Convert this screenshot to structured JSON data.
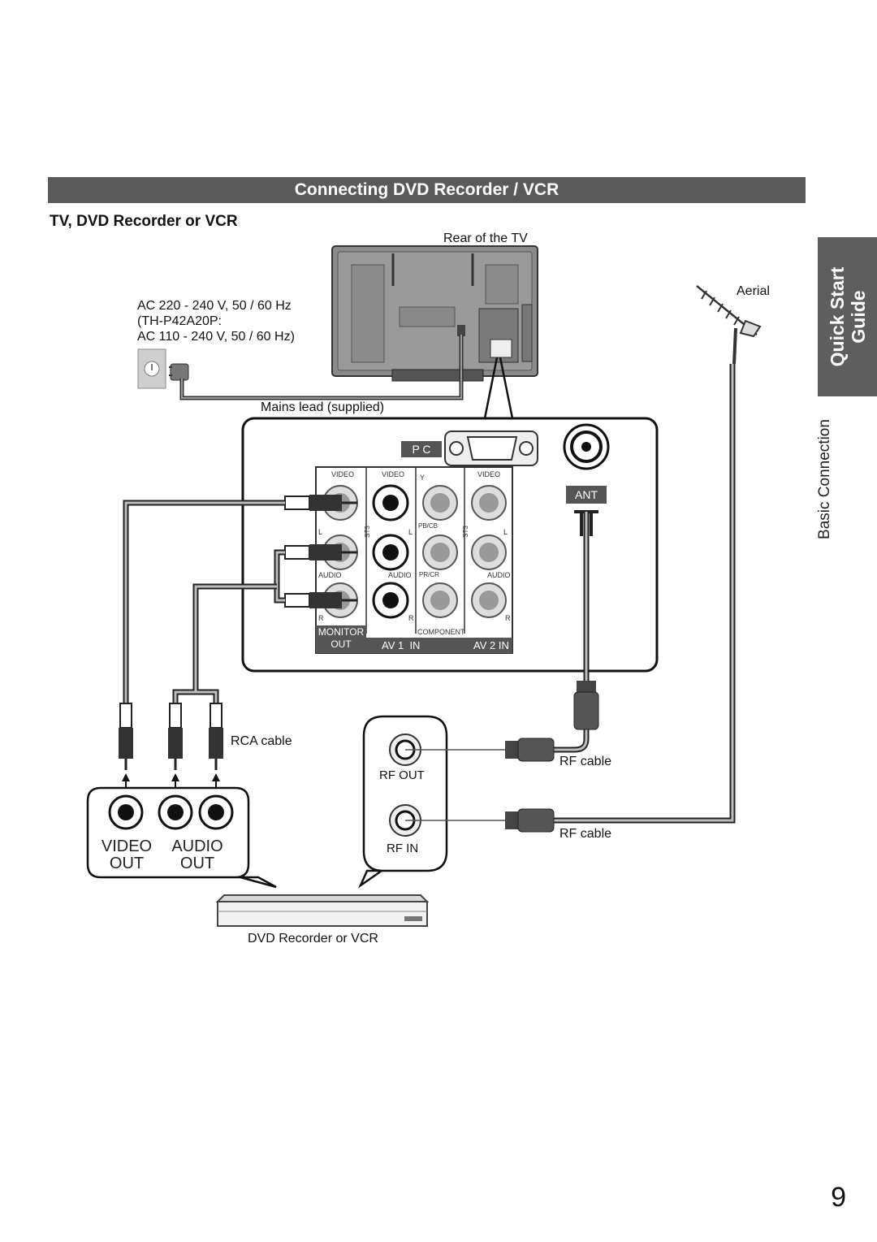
{
  "section_title": "Connecting DVD Recorder / VCR",
  "subheading": "TV, DVD Recorder or VCR",
  "side_tab": {
    "line1": "Quick Start",
    "line2": "Guide"
  },
  "side_caption": "Basic Connection",
  "labels": {
    "rear_of_tv": "Rear of the TV",
    "aerial": "Aerial",
    "power_line1": "AC 220 - 240 V, 50 / 60 Hz",
    "power_line2": "(TH-P42A20P:",
    "power_line3": "AC 110 - 240 V, 50 / 60 Hz)",
    "mains_lead": "Mains lead (supplied)",
    "rca_cable": "RCA cable",
    "rf_cable_1": "RF cable",
    "rf_cable_2": "RF cable",
    "rf_out": "RF OUT",
    "rf_in": "RF IN",
    "video_out_1": "VIDEO",
    "video_out_2": "OUT",
    "audio_out_1": "AUDIO",
    "audio_out_2": "OUT",
    "dvd_recorder": "DVD Recorder or VCR"
  },
  "panel": {
    "pc": "P C",
    "ant": "ANT",
    "video_a": "VIDEO",
    "video_b": "VIDEO",
    "video_c": "VIDEO",
    "y": "Y",
    "pb": "PB/CB",
    "pr": "PR/CR",
    "audio_a": "AUDIO",
    "audio_b": "AUDIO",
    "audio_c": "AUDIO",
    "l1": "L",
    "l2": "L",
    "l3": "L",
    "r1": "R",
    "r2": "R",
    "r3": "R",
    "st3a": "ST3",
    "st3b": "ST3",
    "monitor": "MONITOR",
    "out": "OUT",
    "av1in": "AV 1  IN",
    "av2in": "AV 2 IN",
    "component": "COMPONENT"
  },
  "page_number": "9"
}
